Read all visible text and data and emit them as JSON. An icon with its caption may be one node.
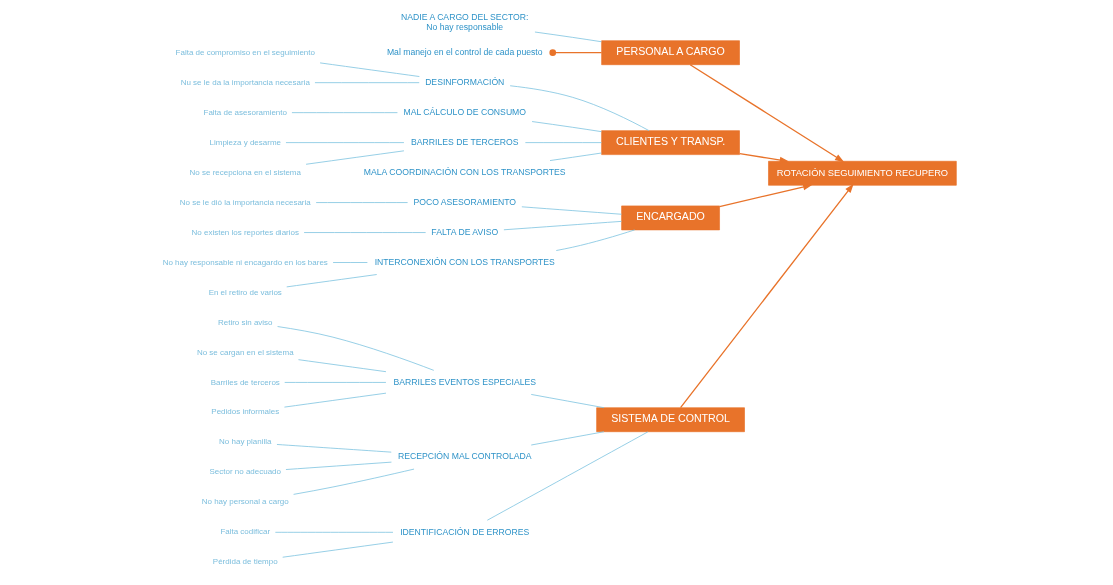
{
  "diagram": {
    "nodes": [
      {
        "text": [
          "SISTEMA DE CONTROL"
        ]
      },
      {
        "text": [
          "PERSONAL A CARGO"
        ]
      },
      {
        "text": [
          "CLIENTES Y TRANSP."
        ]
      },
      {
        "text": [
          "ENCARGADO"
        ]
      },
      {
        "text": [
          "ROTACIÓN SEGUIMIENTO RECUPERO"
        ]
      },
      {
        "text": [
          "BARRILES EVENTOS ESPECIALES"
        ]
      },
      {
        "text": [
          "RECEPCIÓN MAL CONTROLADA"
        ]
      },
      {
        "text": [
          "IDENTIFICACIÓN DE ERRORES"
        ]
      },
      {
        "text": [
          "NADIE A CARGO DEL SECTOR:",
          "No hay responsable"
        ]
      },
      {
        "text": [
          "Mal manejo en el control de cada puesto"
        ]
      },
      {
        "text": [
          "DESINFORMACIÓN"
        ]
      },
      {
        "text": [
          "MAL CÁLCULO DE CONSUMO"
        ]
      },
      {
        "text": [
          "BARRILES DE TERCEROS"
        ]
      },
      {
        "text": [
          "MALA COORDINACIÓN CON LOS TRANSPORTES"
        ]
      },
      {
        "text": [
          "POCO ASESORAMIENTO"
        ]
      },
      {
        "text": [
          "FALTA DE AVISO"
        ]
      },
      {
        "text": [
          "INTERCONEXIÓN CON LOS TRANSPORTES"
        ]
      },
      {
        "text": [
          "Retiro sin aviso"
        ]
      },
      {
        "text": [
          "No se cargan en el sistema"
        ]
      },
      {
        "text": [
          "Barriles de terceros"
        ]
      },
      {
        "text": [
          "Pedidos informales"
        ]
      },
      {
        "text": [
          "No hay planilla"
        ]
      },
      {
        "text": [
          "Sector no adecuado"
        ]
      },
      {
        "text": [
          "No hay personal a cargo"
        ]
      },
      {
        "text": [
          "Falta codificar"
        ]
      },
      {
        "text": [
          "Pérdida de tiempo"
        ]
      },
      {
        "text": [
          "Falta de compromiso en el seguimiento"
        ]
      },
      {
        "text": [
          "Nu se le da la importancia necesaria"
        ]
      },
      {
        "text": [
          "Falta de asesoramiento"
        ]
      },
      {
        "text": [
          "Limpieza y desarme"
        ]
      },
      {
        "text": [
          "No se recepciona en el sistema"
        ]
      },
      {
        "text": [
          "No se le dió la importancia necesaria"
        ]
      },
      {
        "text": [
          "No existen los reportes diarios"
        ]
      },
      {
        "text": [
          "No hay responsable ni encagardo en los bares"
        ]
      },
      {
        "text": [
          "En el retiro de varios"
        ]
      }
    ],
    "edges": [
      {
        "from": 5,
        "to": 0,
        "arrow": "none"
      },
      {
        "from": 6,
        "to": 0,
        "arrow": "none"
      },
      {
        "from": 7,
        "to": 0,
        "arrow": "none"
      },
      {
        "from": 8,
        "to": 1,
        "arrow": "none"
      },
      {
        "from": 9,
        "to": 1,
        "arrow": "other",
        "color": "#e8732a"
      },
      {
        "from": 10,
        "to": 2,
        "arrow": "none"
      },
      {
        "from": 11,
        "to": 2,
        "arrow": "none"
      },
      {
        "from": 12,
        "to": 2,
        "arrow": "none"
      },
      {
        "from": 13,
        "to": 2,
        "arrow": "none"
      },
      {
        "from": 14,
        "to": 3,
        "arrow": "none"
      },
      {
        "from": 15,
        "to": 3,
        "arrow": "none"
      },
      {
        "from": 16,
        "to": 3,
        "arrow": "none"
      },
      {
        "from": 17,
        "to": 5,
        "arrow": "none"
      },
      {
        "from": 18,
        "to": 5,
        "arrow": "none"
      },
      {
        "from": 19,
        "to": 5,
        "arrow": "none"
      },
      {
        "from": 20,
        "to": 5,
        "arrow": "none"
      },
      {
        "from": 21,
        "to": 6,
        "arrow": "none"
      },
      {
        "from": 22,
        "to": 6,
        "arrow": "none"
      },
      {
        "from": 23,
        "to": 6,
        "arrow": "none"
      },
      {
        "from": 24,
        "to": 7,
        "arrow": "none"
      },
      {
        "from": 25,
        "to": 7,
        "arrow": "none"
      },
      {
        "from": 26,
        "to": 10,
        "arrow": "none"
      },
      {
        "from": 27,
        "to": 10,
        "arrow": "none"
      },
      {
        "from": 28,
        "to": 11,
        "arrow": "none"
      },
      {
        "from": 29,
        "to": 12,
        "arrow": "none"
      },
      {
        "from": 30,
        "to": 12,
        "arrow": "none"
      },
      {
        "from": 31,
        "to": 14,
        "arrow": "none"
      },
      {
        "from": 32,
        "to": 15,
        "arrow": "none"
      },
      {
        "from": 33,
        "to": 16,
        "arrow": "none"
      },
      {
        "from": 34,
        "to": 16,
        "arrow": "none"
      },
      {
        "from": 0,
        "to": 4,
        "arrow": "to",
        "color": "#e8732a"
      },
      {
        "from": 1,
        "to": 4,
        "arrow": "to",
        "color": "#e8732a"
      },
      {
        "from": 2,
        "to": 4,
        "arrow": "to",
        "color": "#e8732a"
      },
      {
        "from": 3,
        "to": 4,
        "arrow": "to",
        "color": "#e8732a"
      }
    ]
  }
}
